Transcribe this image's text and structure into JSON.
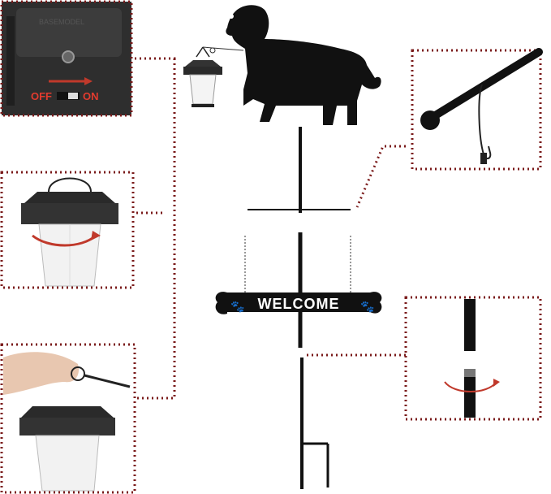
{
  "product": {
    "sign_text": "WELCOME",
    "switch_off_label": "OFF",
    "switch_on_label": "ON",
    "battery_cover_text": "BASEMODEL"
  },
  "colors": {
    "accent_dotted_border": "#7a1a1a",
    "arrow_red": "#c0392b",
    "metal_black": "#111111",
    "panel_grey": "#3a3a3a"
  },
  "icons": [
    "dachshund-silhouette-icon",
    "paw-print-icon",
    "rotate-arrow-icon",
    "lantern-icon"
  ]
}
